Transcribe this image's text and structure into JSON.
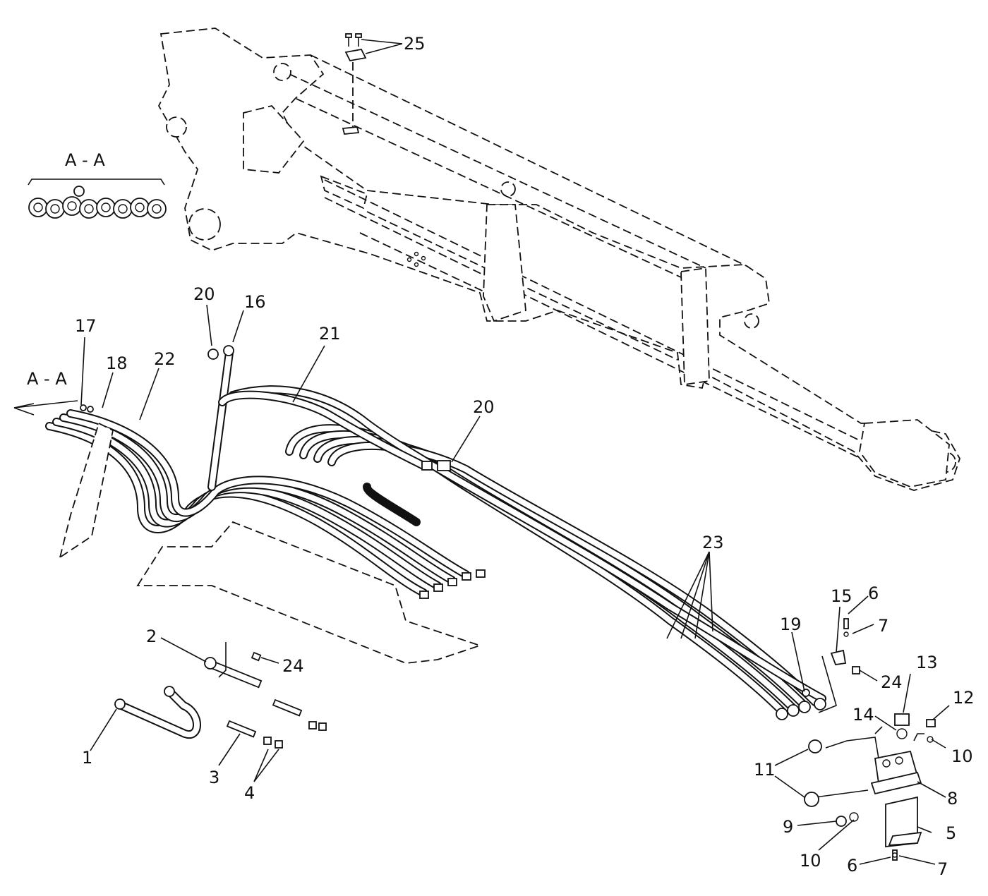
{
  "section_labels": [
    "A - A",
    "A - A"
  ],
  "callouts": [
    {
      "id": "c25",
      "text": "25"
    },
    {
      "id": "c20a",
      "text": "20"
    },
    {
      "id": "c16",
      "text": "16"
    },
    {
      "id": "c21",
      "text": "21"
    },
    {
      "id": "c17",
      "text": "17"
    },
    {
      "id": "c18",
      "text": "18"
    },
    {
      "id": "c22",
      "text": "22"
    },
    {
      "id": "c20b",
      "text": "20"
    },
    {
      "id": "c23",
      "text": "23"
    },
    {
      "id": "c15",
      "text": "15"
    },
    {
      "id": "c6a",
      "text": "6"
    },
    {
      "id": "c7a",
      "text": "7"
    },
    {
      "id": "c19",
      "text": "19"
    },
    {
      "id": "c2",
      "text": "2"
    },
    {
      "id": "c24a",
      "text": "24"
    },
    {
      "id": "c24b",
      "text": "24"
    },
    {
      "id": "c13",
      "text": "13"
    },
    {
      "id": "c12",
      "text": "12"
    },
    {
      "id": "c14",
      "text": "14"
    },
    {
      "id": "c10a",
      "text": "10"
    },
    {
      "id": "c1",
      "text": "1"
    },
    {
      "id": "c3",
      "text": "3"
    },
    {
      "id": "c4",
      "text": "4"
    },
    {
      "id": "c11",
      "text": "11"
    },
    {
      "id": "c8",
      "text": "8"
    },
    {
      "id": "c9",
      "text": "9"
    },
    {
      "id": "c5",
      "text": "5"
    },
    {
      "id": "c10b",
      "text": "10"
    },
    {
      "id": "c6b",
      "text": "6"
    },
    {
      "id": "c7b",
      "text": "7"
    }
  ]
}
